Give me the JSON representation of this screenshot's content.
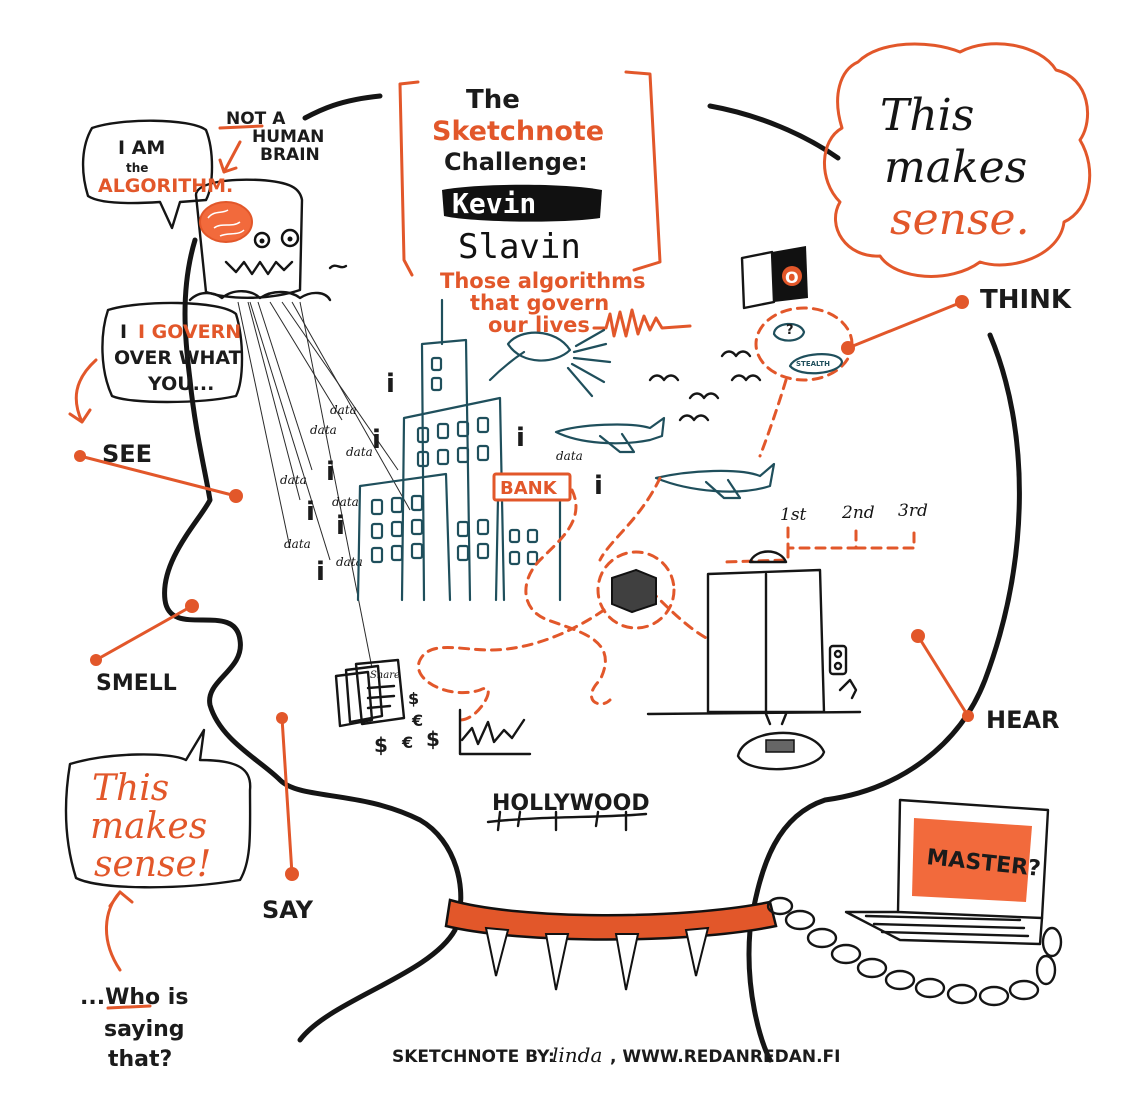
{
  "title": {
    "line1": "The",
    "line2": "Sketchnote",
    "line3": "Challenge:",
    "speaker_first": "Kevin",
    "speaker_last": "Slavin"
  },
  "subtitle": {
    "line1": "Those algorithms",
    "line2": "that govern",
    "line3": "our lives"
  },
  "algorithm_bubble": {
    "line1": "I AM",
    "line2": "the",
    "line3": "ALGORITHM."
  },
  "not_human": {
    "line1": "NOT A",
    "line2": "HUMAN",
    "line3": "BRAIN"
  },
  "govern_bubble": {
    "line1": "I GOVERN",
    "line2": "OVER WHAT",
    "line3": "YOU..."
  },
  "senses": {
    "see": "SEE",
    "smell": "SMELL",
    "say": "SAY",
    "hear": "HEAR",
    "think": "THINK"
  },
  "cloud_text": {
    "line1": "This",
    "line2": "makes",
    "line3": "sense."
  },
  "left_bubble": {
    "line1": "This",
    "line2": "makes",
    "line3": "sense!"
  },
  "question": {
    "line1": "...Who is",
    "line2": "saying",
    "line3": "that?"
  },
  "data_word": "data",
  "info_letter": "i",
  "bank_label": "BANK",
  "hollywood_label": "HOLLYWOOD",
  "laptop_screen": "MASTER?",
  "thought_small": {
    "question": "?",
    "stealth": "STEALTH"
  },
  "rank_labels": [
    "1st",
    "2nd",
    "3rd"
  ],
  "share_label": "Share",
  "currency_symbols": [
    "$",
    "€",
    "$",
    "€",
    "$"
  ],
  "book_letter": "O",
  "footer": {
    "prefix": "SKETCHNOTE BY:",
    "author": "linda",
    "url": ", WWW.REDANREDAN.FI"
  },
  "colors": {
    "accent": "#e2572a",
    "ink": "#151515",
    "teal": "#1f4f5c"
  }
}
